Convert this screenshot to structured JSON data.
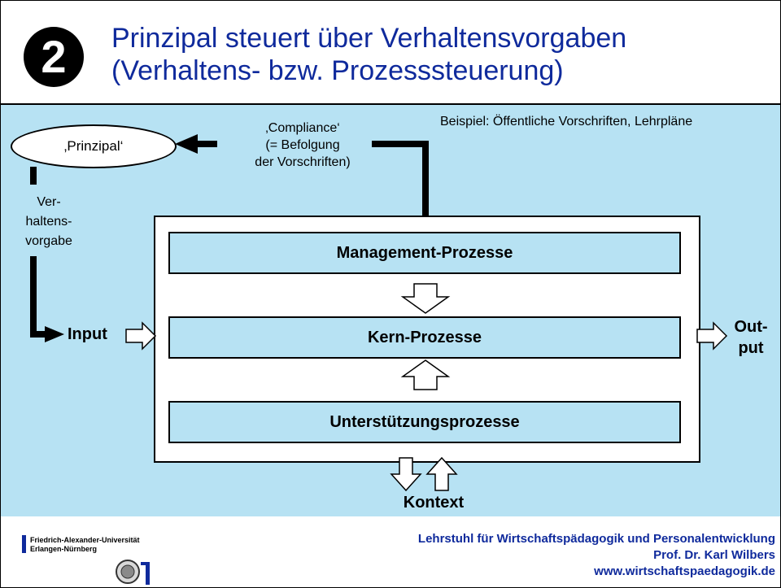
{
  "slide": {
    "number": "2",
    "title_line1": "Prinzipal steuert über Verhaltensvorgaben",
    "title_line2": "(Verhaltens- bzw. Prozesssteuerung)"
  },
  "diagram": {
    "principal": "‚Prinzipal‘",
    "compliance_line1": "‚Compliance‘",
    "compliance_line2": "(= Befolgung",
    "compliance_line3": "der Vorschriften)",
    "example": "Beispiel: Öffentliche Vorschriften, Lehrpläne",
    "behavior_line1": "Ver-",
    "behavior_line2": "haltens-",
    "behavior_line3": "vorgabe",
    "input": "Input",
    "output_line1": "Out-",
    "output_line2": "put",
    "context": "Kontext",
    "processes": {
      "management": "Management-Prozesse",
      "core": "Kern-Prozesse",
      "support": "Unterstützungsprozesse"
    }
  },
  "footer": {
    "university_line1": "Friedrich-Alexander-Universität",
    "university_line2": "Erlangen-Nürnberg",
    "chair": "Lehrstuhl für Wirtschaftspädagogik und Personalentwicklung",
    "professor": "Prof. Dr. Karl Wilbers",
    "website": "www.wirtschaftspaedagogik.de"
  },
  "colors": {
    "background_blue": "#b7e2f3",
    "title_blue": "#0f2a9c"
  }
}
